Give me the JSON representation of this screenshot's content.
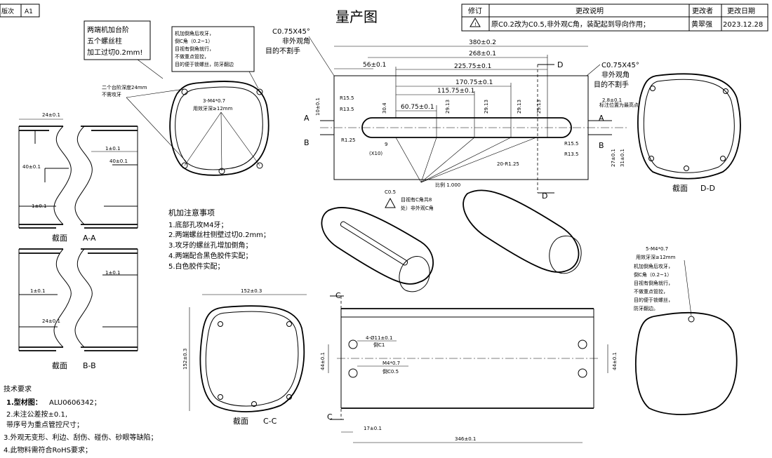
{
  "title": "量产图",
  "version": {
    "label": "版次",
    "value": "A1"
  },
  "revision_table": {
    "headers": [
      "修订",
      "更改说明",
      "更改者",
      "更改日期"
    ],
    "row": {
      "description": "原C0.2改为C0.5,非外观C角，装配起到导向作用；",
      "author": "黄翠强",
      "date": "2023.12.28"
    }
  },
  "notes": {
    "step_callout": [
      "两端机加台阶",
      "五个螺丝柱",
      "加工过切0.2mm!"
    ],
    "chamfer_callout_top": [
      "机加倒角后攻牙，",
      "倒C角（0.2~1）",
      "目视有倒角就行，",
      "不做重点管控，",
      "目的便于锁螺丝，防牙翻边"
    ],
    "step_depth": [
      "二个台阶深度24mm",
      "不需攻牙"
    ],
    "thread_top": [
      "3-M4*0.7",
      "用效牙深≥12mm"
    ],
    "chamfer_c075_left": [
      "C0.75X45°",
      "非外观角",
      "目的不割手"
    ],
    "chamfer_c075_right": [
      "C0.75X45°",
      "非外观角",
      "目的不割手"
    ],
    "slot_note": [
      "C0.5",
      "目视有C角共8",
      "处）非外观C角"
    ],
    "scale": "比例 1.000",
    "position_note": "标注位置为最高点",
    "thread_right": [
      "5-M4*0.7",
      "用效牙深≥12mm",
      "机加倒角后攻牙，",
      "倒C角（0.2~1）",
      "目视有倒角就行，",
      "不做重点管控，",
      "目的便于锁螺丝，",
      "防牙翻边。"
    ],
    "machining_title": "机加注意事项",
    "machining_items": [
      "1.底部孔攻M4牙；",
      "2.两端螺丝柱侧壁过切0.2mm；",
      "3.攻牙的螺丝孔增加倒角；",
      "4.两端配合黑色胶件实配；",
      "5.白色胶件实配；"
    ],
    "tech_title": "技术要求",
    "tech_item1_label": "1.型材图：",
    "tech_item1_value": "ALU0606342；",
    "tech_items": [
      "2.未注公差按±0.1,",
      "带序号为重点管控尺寸；",
      "3.外观无变形、利边、刮伤、碰伤、砂眼等缺陷；",
      "4.此物料需符合RoHS要求；"
    ]
  },
  "dimensions": {
    "top_view": [
      "380±0.2",
      "268±0.1",
      "56±0.1",
      "225.75±0.1",
      "170.75±0.1",
      "115.75±0.1",
      "60.75±0.1",
      "R15.5",
      "R13.5",
      "10±0.1",
      "30.4",
      "29.13",
      "29.13",
      "29.13",
      "29.13",
      "R1.25",
      "9",
      "(X10)",
      "20-R1.25",
      "R15.5",
      "R13.5",
      "2.8±0.1",
      "27±0.1",
      "31±0.1"
    ],
    "section_a": [
      "24±0.1",
      "1±0.1",
      "40±0.1",
      "40±0.1",
      "1±0.1"
    ],
    "section_b": [
      "1±0.1",
      "1±0.1",
      "24±0.1"
    ],
    "section_c": [
      "152±0.3",
      "152±0.3"
    ],
    "bottom_view": [
      "4-Ø11±0.1",
      "倒C1",
      "M4*0.7",
      "倒C0.5",
      "44±0.1",
      "44±0.1",
      "17±0.1",
      "346±0.1"
    ]
  },
  "section_letters": {
    "a": "A",
    "b": "B",
    "c": "C",
    "d": "D"
  },
  "section_labels": {
    "aa": [
      "截面",
      "A-A"
    ],
    "bb": [
      "截面",
      "B-B"
    ],
    "cc": [
      "截面",
      "C-C"
    ],
    "dd": [
      "截面",
      "D-D"
    ]
  }
}
